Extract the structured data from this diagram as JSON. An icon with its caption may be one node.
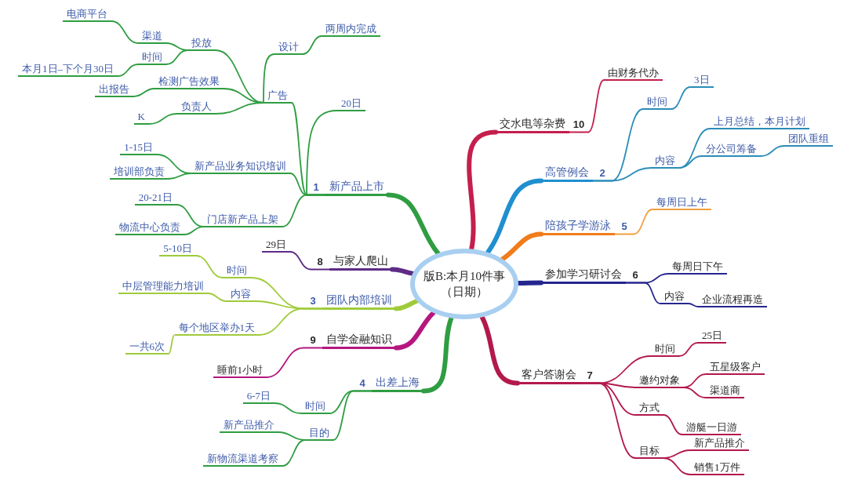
{
  "diagram": {
    "nodes": [
      {
        "text": [
          "版B:本月10件事（日期）"
        ]
      },
      {
        "text": [
          "新产品上市"
        ],
        "beside": [
          "1"
        ]
      },
      {
        "text": [
          "广告"
        ]
      },
      {
        "text": [
          "投放"
        ]
      },
      {
        "text": [
          "渠道"
        ]
      },
      {
        "text": [
          "电商平台"
        ]
      },
      {
        "text": [
          "时间"
        ]
      },
      {
        "text": [
          "本月1日–下个月30日"
        ]
      },
      {
        "text": [
          "设计"
        ]
      },
      {
        "text": [
          "两周内完成"
        ]
      },
      {
        "text": [
          "检测广告效果"
        ]
      },
      {
        "text": [
          "出报告"
        ]
      },
      {
        "text": [
          "负责人"
        ]
      },
      {
        "text": [
          "K"
        ]
      },
      {
        "text": [
          "20日"
        ]
      },
      {
        "text": [
          "新产品业务知识培训"
        ]
      },
      {
        "text": [
          "1-15日"
        ]
      },
      {
        "text": [
          "培训部负责"
        ]
      },
      {
        "text": [
          "门店新产品上架"
        ]
      },
      {
        "text": [
          "20-21日"
        ]
      },
      {
        "text": [
          "物流中心负责"
        ]
      },
      {
        "text": [
          "高管例会"
        ],
        "beside": [
          "2"
        ]
      },
      {
        "text": [
          "时间"
        ]
      },
      {
        "text": [
          "3日"
        ]
      },
      {
        "text": [
          "内容"
        ]
      },
      {
        "text": [
          "上月总结，本月计划"
        ]
      },
      {
        "text": [
          "分公司筹备"
        ]
      },
      {
        "text": [
          "团队重组"
        ]
      },
      {
        "text": [
          "团队内部培训"
        ],
        "beside": [
          "3"
        ]
      },
      {
        "text": [
          "时间"
        ]
      },
      {
        "text": [
          "5-10日"
        ]
      },
      {
        "text": [
          "内容"
        ]
      },
      {
        "text": [
          "中层管理能力培训"
        ]
      },
      {
        "text": [
          "每个地区举办1天"
        ]
      },
      {
        "text": [
          "一共6次"
        ]
      },
      {
        "text": [
          "出差上海"
        ],
        "beside": [
          "4"
        ]
      },
      {
        "text": [
          "时间"
        ]
      },
      {
        "text": [
          "6-7日"
        ]
      },
      {
        "text": [
          "目的"
        ]
      },
      {
        "text": [
          "新产品推介"
        ]
      },
      {
        "text": [
          "新物流渠道考察"
        ]
      },
      {
        "text": [
          "陪孩子学游泳"
        ],
        "beside": [
          "5"
        ]
      },
      {
        "text": [
          "每周日上午"
        ]
      },
      {
        "text": [
          "参加学习研讨会"
        ],
        "beside": [
          "6"
        ]
      },
      {
        "text": [
          "每周日下午"
        ]
      },
      {
        "text": [
          "内容"
        ]
      },
      {
        "text": [
          "企业流程再造"
        ]
      },
      {
        "text": [
          "客户答谢会"
        ],
        "beside": [
          "7"
        ]
      },
      {
        "text": [
          "时间"
        ]
      },
      {
        "text": [
          "25日"
        ]
      },
      {
        "text": [
          "邀约对象"
        ]
      },
      {
        "text": [
          "五星级客户"
        ]
      },
      {
        "text": [
          "渠道商"
        ]
      },
      {
        "text": [
          "方式"
        ]
      },
      {
        "text": [
          "游艇一日游"
        ]
      },
      {
        "text": [
          "目标"
        ]
      },
      {
        "text": [
          "新产品推介"
        ]
      },
      {
        "text": [
          "销售1万件"
        ]
      },
      {
        "text": [
          "与家人爬山"
        ],
        "beside": [
          "8"
        ]
      },
      {
        "text": [
          "29日"
        ]
      },
      {
        "text": [
          "自学金融知识"
        ],
        "beside": [
          "9"
        ]
      },
      {
        "text": [
          "睡前1小时"
        ]
      },
      {
        "text": [
          "交水电等杂费"
        ],
        "beside": [
          "10"
        ]
      },
      {
        "text": [
          "由财务代办"
        ]
      }
    ],
    "edges": [
      {
        "from": 0,
        "to": 1,
        "arrow": "none",
        "style": "thick"
      },
      {
        "from": 1,
        "to": 2,
        "arrow": "none"
      },
      {
        "from": 2,
        "to": 3,
        "arrow": "none"
      },
      {
        "from": 3,
        "to": 4,
        "arrow": "none"
      },
      {
        "from": 4,
        "to": 5,
        "arrow": "none"
      },
      {
        "from": 3,
        "to": 6,
        "arrow": "none"
      },
      {
        "from": 6,
        "to": 7,
        "arrow": "none"
      },
      {
        "from": 2,
        "to": 8,
        "arrow": "none"
      },
      {
        "from": 8,
        "to": 9,
        "arrow": "none"
      },
      {
        "from": 2,
        "to": 10,
        "arrow": "none"
      },
      {
        "from": 10,
        "to": 11,
        "arrow": "none"
      },
      {
        "from": 2,
        "to": 12,
        "arrow": "none"
      },
      {
        "from": 12,
        "to": 13,
        "arrow": "none"
      },
      {
        "from": 1,
        "to": 14,
        "arrow": "none"
      },
      {
        "from": 1,
        "to": 15,
        "arrow": "none"
      },
      {
        "from": 15,
        "to": 16,
        "arrow": "none"
      },
      {
        "from": 15,
        "to": 17,
        "arrow": "none"
      },
      {
        "from": 1,
        "to": 18,
        "arrow": "none"
      },
      {
        "from": 18,
        "to": 19,
        "arrow": "none"
      },
      {
        "from": 18,
        "to": 20,
        "arrow": "none"
      },
      {
        "from": 0,
        "to": 21,
        "arrow": "none",
        "style": "thick",
        "color": "#1f8fcf"
      },
      {
        "from": 21,
        "to": 22,
        "arrow": "none",
        "color": "#2a8cb8"
      },
      {
        "from": 22,
        "to": 23,
        "arrow": "none",
        "color": "#2a8cb8"
      },
      {
        "from": 21,
        "to": 24,
        "arrow": "none",
        "color": "#2a8cb8"
      },
      {
        "from": 24,
        "to": 25,
        "arrow": "none",
        "color": "#2a8cb8"
      },
      {
        "from": 24,
        "to": 26,
        "arrow": "none",
        "color": "#2a8cb8"
      },
      {
        "from": 26,
        "to": 27,
        "arrow": "none",
        "color": "#2a8cb8"
      },
      {
        "from": 0,
        "to": 28,
        "arrow": "none",
        "style": "thick",
        "color": "#9fcb3a"
      },
      {
        "from": 28,
        "to": 29,
        "arrow": "none",
        "color": "#9fcb3a"
      },
      {
        "from": 29,
        "to": 30,
        "arrow": "none",
        "color": "#9fcb3a"
      },
      {
        "from": 28,
        "to": 31,
        "arrow": "none",
        "color": "#9fcb3a"
      },
      {
        "from": 31,
        "to": 32,
        "arrow": "none",
        "color": "#9fcb3a"
      },
      {
        "from": 28,
        "to": 33,
        "arrow": "none",
        "color": "#9fcb3a"
      },
      {
        "from": 33,
        "to": 34,
        "arrow": "none",
        "color": "#9fcb3a"
      },
      {
        "from": 0,
        "to": 35,
        "arrow": "none",
        "style": "thick"
      },
      {
        "from": 35,
        "to": 36,
        "arrow": "none"
      },
      {
        "from": 36,
        "to": 37,
        "arrow": "none"
      },
      {
        "from": 35,
        "to": 38,
        "arrow": "none"
      },
      {
        "from": 38,
        "to": 39,
        "arrow": "none"
      },
      {
        "from": 38,
        "to": 40,
        "arrow": "none"
      },
      {
        "from": 0,
        "to": 41,
        "arrow": "none",
        "style": "thick",
        "color": "#f07c1c"
      },
      {
        "from": 41,
        "to": 42,
        "arrow": "none",
        "color": "#f0a040"
      },
      {
        "from": 0,
        "to": 43,
        "arrow": "none",
        "style": "thick",
        "color": "#26268f"
      },
      {
        "from": 43,
        "to": 44,
        "arrow": "none",
        "color": "#26268f"
      },
      {
        "from": 43,
        "to": 45,
        "arrow": "none",
        "color": "#26268f"
      },
      {
        "from": 45,
        "to": 46,
        "arrow": "none",
        "color": "#26268f"
      },
      {
        "from": 0,
        "to": 47,
        "arrow": "none",
        "style": "thick",
        "color": "#b3194b"
      },
      {
        "from": 47,
        "to": 48,
        "arrow": "none",
        "color": "#b3194b"
      },
      {
        "from": 48,
        "to": 49,
        "arrow": "none",
        "color": "#b3194b"
      },
      {
        "from": 47,
        "to": 50,
        "arrow": "none",
        "color": "#b3194b"
      },
      {
        "from": 50,
        "to": 51,
        "arrow": "none",
        "color": "#b3194b"
      },
      {
        "from": 50,
        "to": 52,
        "arrow": "none",
        "color": "#b3194b"
      },
      {
        "from": 47,
        "to": 53,
        "arrow": "none",
        "color": "#b3194b"
      },
      {
        "from": 53,
        "to": 54,
        "arrow": "none",
        "color": "#b3194b"
      },
      {
        "from": 47,
        "to": 55,
        "arrow": "none",
        "color": "#b3194b"
      },
      {
        "from": 55,
        "to": 56,
        "arrow": "none",
        "color": "#b3194b"
      },
      {
        "from": 55,
        "to": 57,
        "arrow": "none",
        "color": "#b3194b"
      },
      {
        "from": 0,
        "to": 58,
        "arrow": "none",
        "style": "thick",
        "color": "#5e2b86"
      },
      {
        "from": 58,
        "to": 59,
        "arrow": "none",
        "color": "#5e2b86"
      },
      {
        "from": 0,
        "to": 60,
        "arrow": "none",
        "style": "thick",
        "color": "#b5177f"
      },
      {
        "from": 60,
        "to": 61,
        "arrow": "none",
        "color": "#b5177f"
      },
      {
        "from": 0,
        "to": 62,
        "arrow": "none",
        "style": "thick",
        "color": "#c41f4d"
      },
      {
        "from": 62,
        "to": 63,
        "arrow": "none",
        "color": "#c41f4d"
      }
    ]
  }
}
